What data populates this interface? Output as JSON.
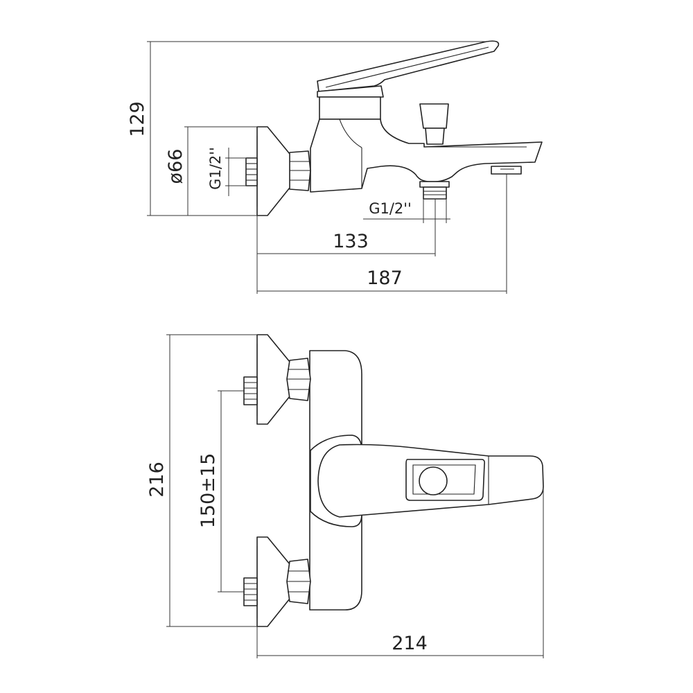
{
  "dimensions": {
    "height_total": "129",
    "flange_diameter": "ø66",
    "inlet_thread": "G1/2''",
    "outlet_thread": "G1/2''",
    "outlet_distance": "133",
    "spout_length": "187",
    "body_height": "216",
    "inlet_spacing": "150±15",
    "total_width": "214"
  },
  "colors": {
    "line": "#222222",
    "background": "#ffffff"
  }
}
